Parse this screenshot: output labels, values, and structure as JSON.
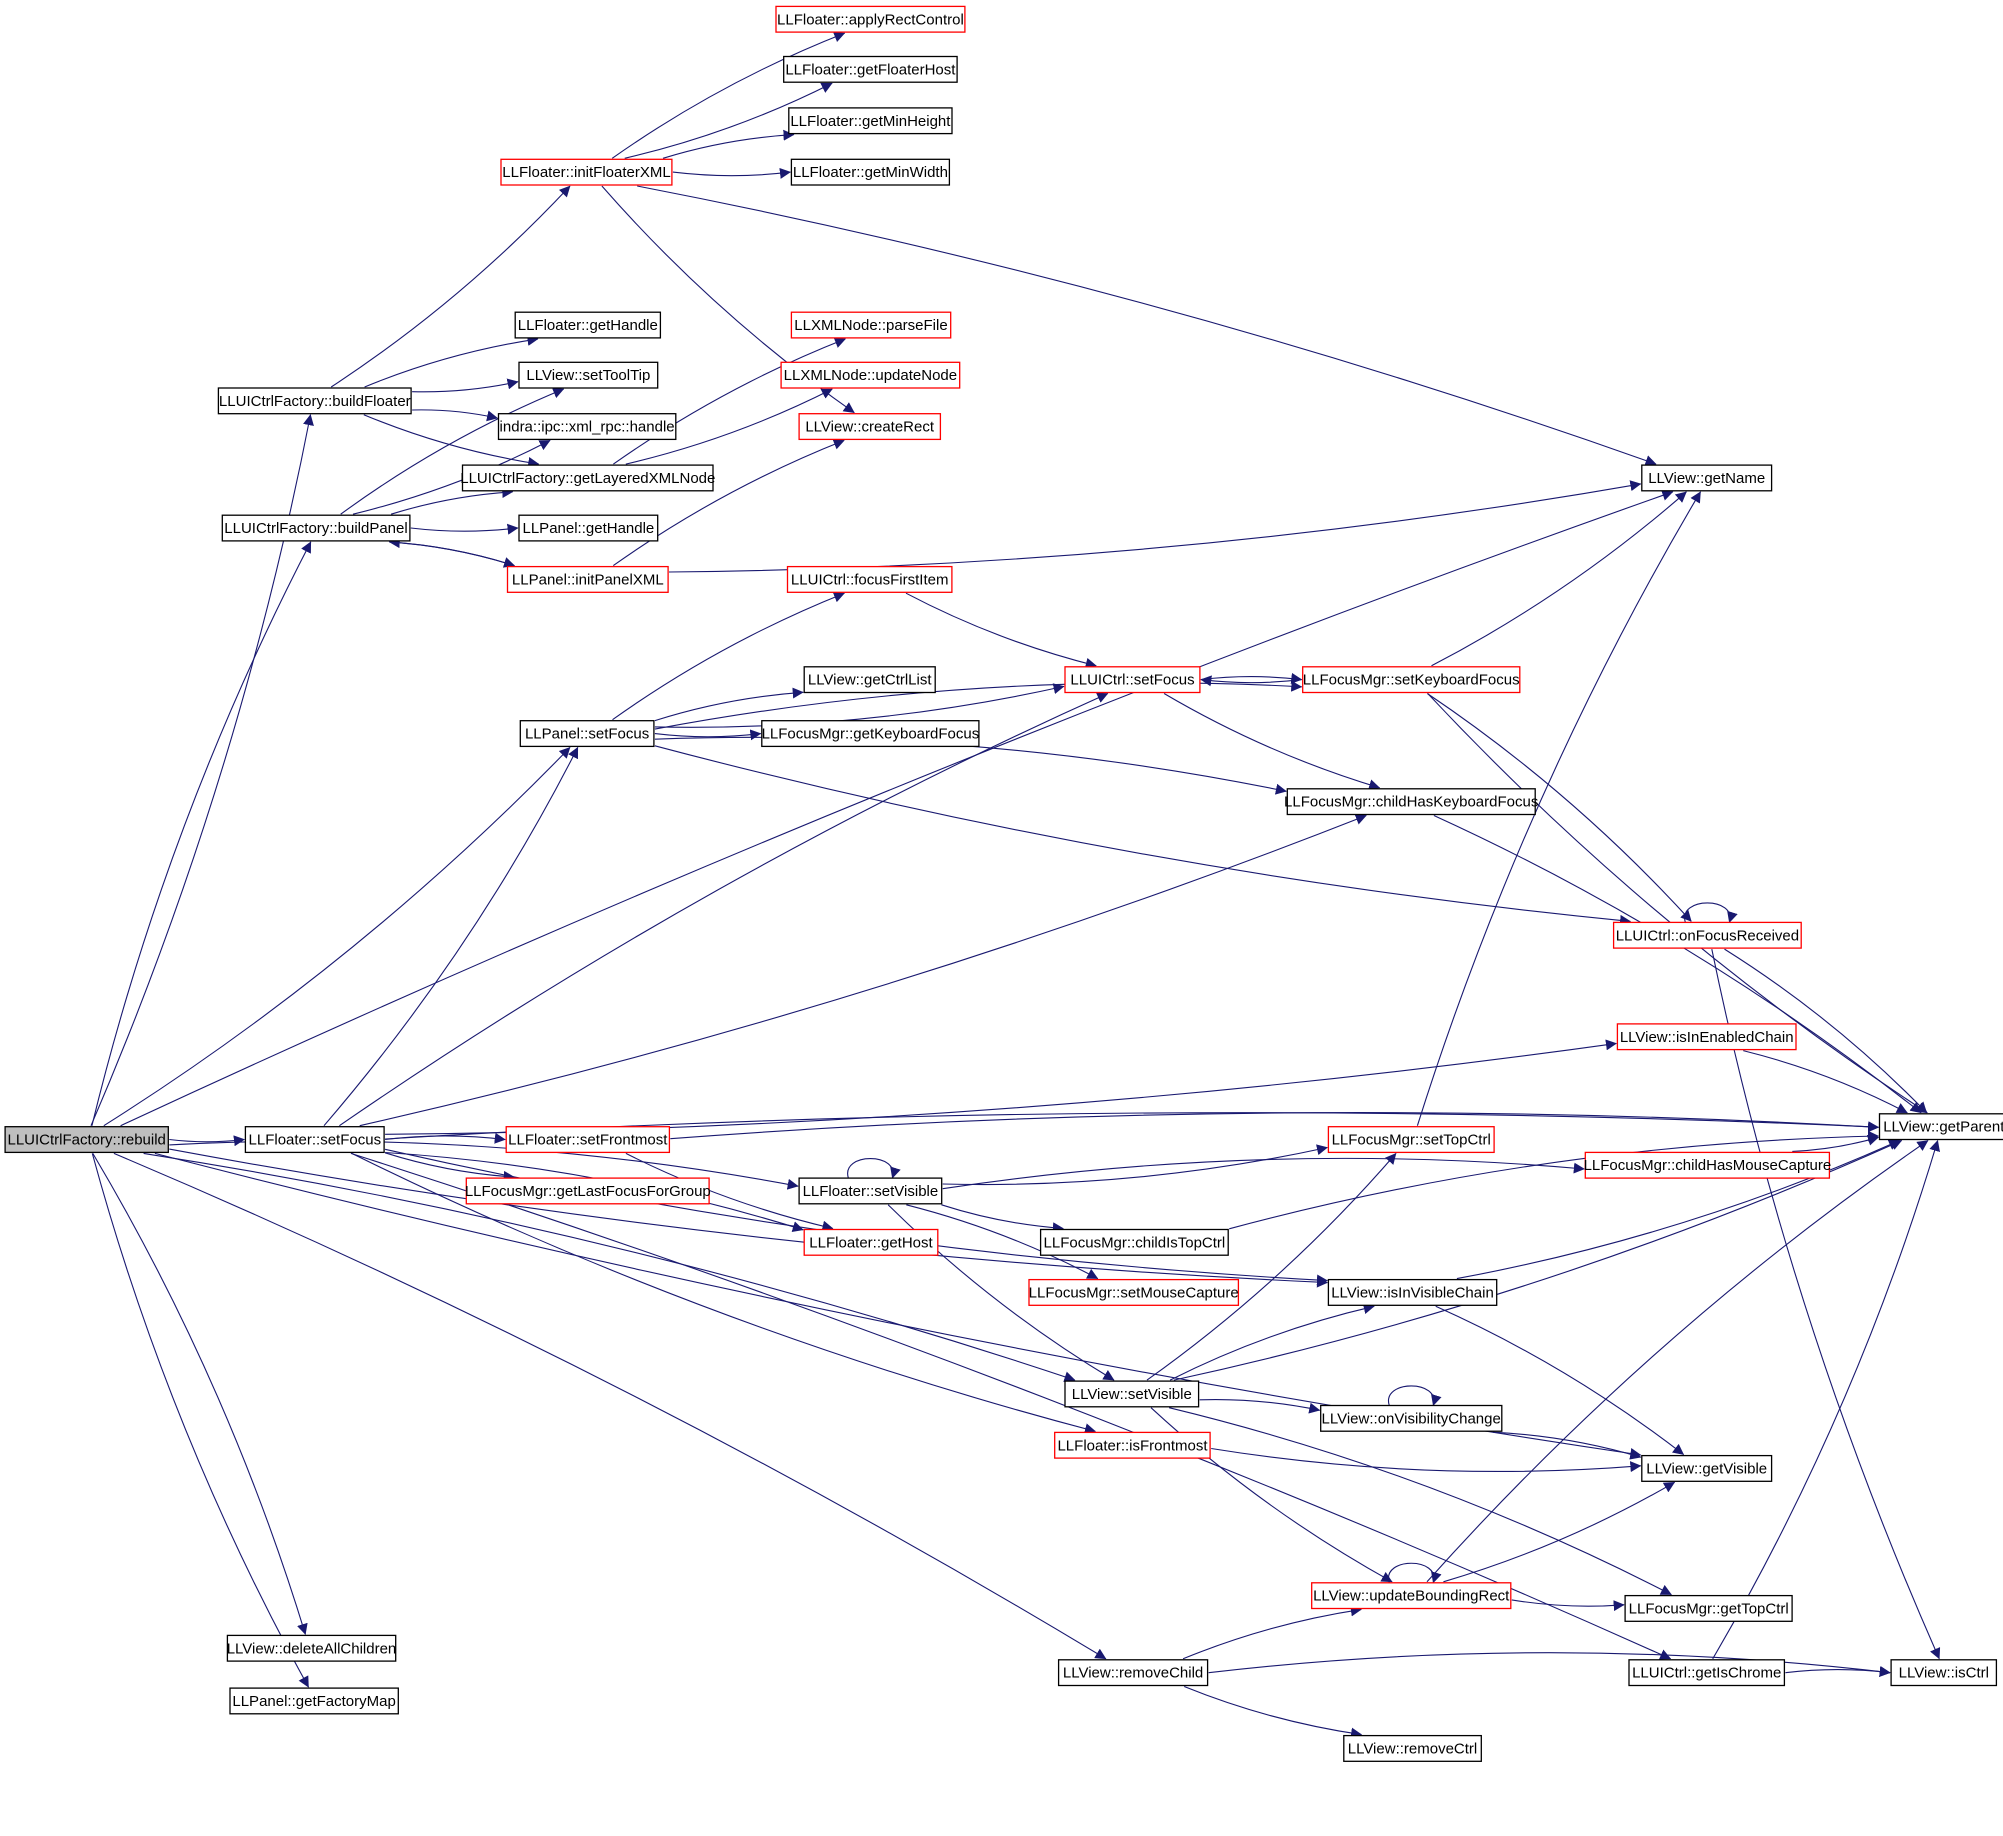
{
  "colors": {
    "edge": "#191970",
    "root_fill": "#bfbfbf",
    "node_fill": "#ffffff",
    "border_normal": "#000000",
    "border_truncated": "#ff0000"
  },
  "nodes": [
    {
      "id": "rebuild",
      "label": "LLUICtrlFactory::rebuild",
      "style": "root"
    },
    {
      "id": "applyRectControl",
      "label": "LLFloater::applyRectControl",
      "style": "truncated"
    },
    {
      "id": "getFloaterHost",
      "label": "LLFloater::getFloaterHost",
      "style": "normal"
    },
    {
      "id": "getMinHeight",
      "label": "LLFloater::getMinHeight",
      "style": "normal"
    },
    {
      "id": "initFloaterXML",
      "label": "LLFloater::initFloaterXML",
      "style": "truncated"
    },
    {
      "id": "getMinWidth",
      "label": "LLFloater::getMinWidth",
      "style": "normal"
    },
    {
      "id": "floaterGetHandle",
      "label": "LLFloater::getHandle",
      "style": "normal"
    },
    {
      "id": "parseFile",
      "label": "LLXMLNode::parseFile",
      "style": "truncated"
    },
    {
      "id": "setToolTip",
      "label": "LLView::setToolTip",
      "style": "normal"
    },
    {
      "id": "updateNode",
      "label": "LLXMLNode::updateNode",
      "style": "truncated"
    },
    {
      "id": "buildFloater",
      "label": "LLUICtrlFactory::buildFloater",
      "style": "normal"
    },
    {
      "id": "xmlRpcHandle",
      "label": "indra::ipc::xml_rpc::handle",
      "style": "normal"
    },
    {
      "id": "createRect",
      "label": "LLView::createRect",
      "style": "truncated"
    },
    {
      "id": "getLayeredXMLNode",
      "label": "LLUICtrlFactory::getLayeredXMLNode",
      "style": "normal"
    },
    {
      "id": "getName",
      "label": "LLView::getName",
      "style": "normal"
    },
    {
      "id": "buildPanel",
      "label": "LLUICtrlFactory::buildPanel",
      "style": "normal"
    },
    {
      "id": "panelGetHandle",
      "label": "LLPanel::getHandle",
      "style": "normal"
    },
    {
      "id": "initPanelXML",
      "label": "LLPanel::initPanelXML",
      "style": "truncated"
    },
    {
      "id": "focusFirstItem",
      "label": "LLUICtrl::focusFirstItem",
      "style": "truncated"
    },
    {
      "id": "uictrlSetFocus",
      "label": "LLUICtrl::setFocus",
      "style": "truncated"
    },
    {
      "id": "setKeyboardFocus",
      "label": "LLFocusMgr::setKeyboardFocus",
      "style": "truncated"
    },
    {
      "id": "getCtrlList",
      "label": "LLView::getCtrlList",
      "style": "normal"
    },
    {
      "id": "panelSetFocus",
      "label": "LLPanel::setFocus",
      "style": "normal"
    },
    {
      "id": "getKeyboardFocus",
      "label": "LLFocusMgr::getKeyboardFocus",
      "style": "normal"
    },
    {
      "id": "childHasKeyboardFocus",
      "label": "LLFocusMgr::childHasKeyboardFocus",
      "style": "normal"
    },
    {
      "id": "onFocusReceived",
      "label": "LLUICtrl::onFocusReceived",
      "style": "truncated"
    },
    {
      "id": "isInEnabledChain",
      "label": "LLView::isInEnabledChain",
      "style": "truncated"
    },
    {
      "id": "getParent",
      "label": "LLView::getParent",
      "style": "normal"
    },
    {
      "id": "floaterSetFocus",
      "label": "LLFloater::setFocus",
      "style": "normal"
    },
    {
      "id": "setFrontmost",
      "label": "LLFloater::setFrontmost",
      "style": "truncated"
    },
    {
      "id": "setTopCtrl",
      "label": "LLFocusMgr::setTopCtrl",
      "style": "truncated"
    },
    {
      "id": "childHasMouseCapture",
      "label": "LLFocusMgr::childHasMouseCapture",
      "style": "truncated"
    },
    {
      "id": "getLastFocusForGroup",
      "label": "LLFocusMgr::getLastFocusForGroup",
      "style": "truncated"
    },
    {
      "id": "floaterSetVisible",
      "label": "LLFloater::setVisible",
      "style": "normal"
    },
    {
      "id": "getHost",
      "label": "LLFloater::getHost",
      "style": "truncated"
    },
    {
      "id": "childIsTopCtrl",
      "label": "LLFocusMgr::childIsTopCtrl",
      "style": "normal"
    },
    {
      "id": "setMouseCapture",
      "label": "LLFocusMgr::setMouseCapture",
      "style": "truncated"
    },
    {
      "id": "isInVisibleChain",
      "label": "LLView::isInVisibleChain",
      "style": "normal"
    },
    {
      "id": "viewSetVisible",
      "label": "LLView::setVisible",
      "style": "normal"
    },
    {
      "id": "onVisibilityChange",
      "label": "LLView::onVisibilityChange",
      "style": "normal"
    },
    {
      "id": "isFrontmost",
      "label": "LLFloater::isFrontmost",
      "style": "truncated"
    },
    {
      "id": "getVisible",
      "label": "LLView::getVisible",
      "style": "normal"
    },
    {
      "id": "updateBoundingRect",
      "label": "LLView::updateBoundingRect",
      "style": "truncated"
    },
    {
      "id": "getTopCtrl",
      "label": "LLFocusMgr::getTopCtrl",
      "style": "normal"
    },
    {
      "id": "deleteAllChildren",
      "label": "LLView::deleteAllChildren",
      "style": "normal"
    },
    {
      "id": "removeChild",
      "label": "LLView::removeChild",
      "style": "normal"
    },
    {
      "id": "getIsChrome",
      "label": "LLUICtrl::getIsChrome",
      "style": "normal"
    },
    {
      "id": "isCtrl",
      "label": "LLView::isCtrl",
      "style": "normal"
    },
    {
      "id": "getFactoryMap",
      "label": "LLPanel::getFactoryMap",
      "style": "normal"
    },
    {
      "id": "removeCtrl",
      "label": "LLView::removeCtrl",
      "style": "normal"
    }
  ],
  "edges": [
    [
      "rebuild",
      "buildFloater"
    ],
    [
      "rebuild",
      "buildPanel"
    ],
    [
      "rebuild",
      "floaterSetFocus"
    ],
    [
      "rebuild",
      "getName"
    ],
    [
      "rebuild",
      "panelSetFocus"
    ],
    [
      "rebuild",
      "floaterSetVisible"
    ],
    [
      "rebuild",
      "isInVisibleChain"
    ],
    [
      "rebuild",
      "viewSetVisible"
    ],
    [
      "rebuild",
      "getVisible"
    ],
    [
      "rebuild",
      "deleteAllChildren"
    ],
    [
      "rebuild",
      "getFactoryMap"
    ],
    [
      "rebuild",
      "removeChild"
    ],
    [
      "buildFloater",
      "initFloaterXML"
    ],
    [
      "buildFloater",
      "floaterGetHandle"
    ],
    [
      "buildFloater",
      "setToolTip"
    ],
    [
      "buildFloater",
      "xmlRpcHandle"
    ],
    [
      "buildFloater",
      "getLayeredXMLNode"
    ],
    [
      "initFloaterXML",
      "applyRectControl"
    ],
    [
      "initFloaterXML",
      "getFloaterHost"
    ],
    [
      "initFloaterXML",
      "getMinHeight"
    ],
    [
      "initFloaterXML",
      "getMinWidth"
    ],
    [
      "initFloaterXML",
      "getName"
    ],
    [
      "initFloaterXML",
      "createRect"
    ],
    [
      "getLayeredXMLNode",
      "parseFile"
    ],
    [
      "getLayeredXMLNode",
      "updateNode"
    ],
    [
      "buildPanel",
      "setToolTip"
    ],
    [
      "buildPanel",
      "xmlRpcHandle"
    ],
    [
      "buildPanel",
      "getLayeredXMLNode"
    ],
    [
      "buildPanel",
      "panelGetHandle"
    ],
    [
      "buildPanel",
      "initPanelXML"
    ],
    [
      "initPanelXML",
      "buildPanel"
    ],
    [
      "initPanelXML",
      "createRect"
    ],
    [
      "initPanelXML",
      "getName"
    ],
    [
      "panelSetFocus",
      "focusFirstItem"
    ],
    [
      "panelSetFocus",
      "uictrlSetFocus"
    ],
    [
      "panelSetFocus",
      "getCtrlList"
    ],
    [
      "panelSetFocus",
      "getKeyboardFocus"
    ],
    [
      "panelSetFocus",
      "childHasKeyboardFocus"
    ],
    [
      "panelSetFocus",
      "onFocusReceived"
    ],
    [
      "panelSetFocus",
      "setKeyboardFocus"
    ],
    [
      "focusFirstItem",
      "uictrlSetFocus"
    ],
    [
      "uictrlSetFocus",
      "setKeyboardFocus"
    ],
    [
      "uictrlSetFocus",
      "childHasKeyboardFocus"
    ],
    [
      "setKeyboardFocus",
      "uictrlSetFocus"
    ],
    [
      "setKeyboardFocus",
      "getName"
    ],
    [
      "setKeyboardFocus",
      "onFocusReceived"
    ],
    [
      "setKeyboardFocus",
      "getParent"
    ],
    [
      "childHasKeyboardFocus",
      "getParent"
    ],
    [
      "onFocusReceived",
      "onFocusReceived"
    ],
    [
      "onFocusReceived",
      "getParent"
    ],
    [
      "onFocusReceived",
      "isCtrl"
    ],
    [
      "isInEnabledChain",
      "getParent"
    ],
    [
      "floaterSetFocus",
      "panelSetFocus"
    ],
    [
      "floaterSetFocus",
      "uictrlSetFocus"
    ],
    [
      "floaterSetFocus",
      "childHasKeyboardFocus"
    ],
    [
      "floaterSetFocus",
      "getParent"
    ],
    [
      "floaterSetFocus",
      "isInEnabledChain"
    ],
    [
      "floaterSetFocus",
      "setFrontmost"
    ],
    [
      "floaterSetFocus",
      "getLastFocusForGroup"
    ],
    [
      "floaterSetFocus",
      "getHost"
    ],
    [
      "floaterSetFocus",
      "isFrontmost"
    ],
    [
      "floaterSetFocus",
      "getIsChrome"
    ],
    [
      "floaterSetFocus",
      "isInVisibleChain"
    ],
    [
      "setFrontmost",
      "getParent"
    ],
    [
      "setFrontmost",
      "getHost"
    ],
    [
      "floaterSetVisible",
      "floaterSetVisible"
    ],
    [
      "floaterSetVisible",
      "setTopCtrl"
    ],
    [
      "floaterSetVisible",
      "childHasMouseCapture"
    ],
    [
      "floaterSetVisible",
      "childIsTopCtrl"
    ],
    [
      "floaterSetVisible",
      "setMouseCapture"
    ],
    [
      "floaterSetVisible",
      "viewSetVisible"
    ],
    [
      "setTopCtrl",
      "getName"
    ],
    [
      "childHasMouseCapture",
      "getParent"
    ],
    [
      "childIsTopCtrl",
      "getParent"
    ],
    [
      "isInVisibleChain",
      "getParent"
    ],
    [
      "isInVisibleChain",
      "getVisible"
    ],
    [
      "viewSetVisible",
      "setTopCtrl"
    ],
    [
      "viewSetVisible",
      "isInVisibleChain"
    ],
    [
      "viewSetVisible",
      "getParent"
    ],
    [
      "viewSetVisible",
      "onVisibilityChange"
    ],
    [
      "viewSetVisible",
      "updateBoundingRect"
    ],
    [
      "viewSetVisible",
      "getTopCtrl"
    ],
    [
      "onVisibilityChange",
      "onVisibilityChange"
    ],
    [
      "onVisibilityChange",
      "getVisible"
    ],
    [
      "isFrontmost",
      "getVisible"
    ],
    [
      "updateBoundingRect",
      "updateBoundingRect"
    ],
    [
      "updateBoundingRect",
      "getVisible"
    ],
    [
      "updateBoundingRect",
      "getParent"
    ],
    [
      "updateBoundingRect",
      "getTopCtrl"
    ],
    [
      "removeChild",
      "updateBoundingRect"
    ],
    [
      "removeChild",
      "removeCtrl"
    ],
    [
      "removeChild",
      "isCtrl"
    ],
    [
      "getIsChrome",
      "getParent"
    ],
    [
      "getIsChrome",
      "isCtrl"
    ]
  ]
}
